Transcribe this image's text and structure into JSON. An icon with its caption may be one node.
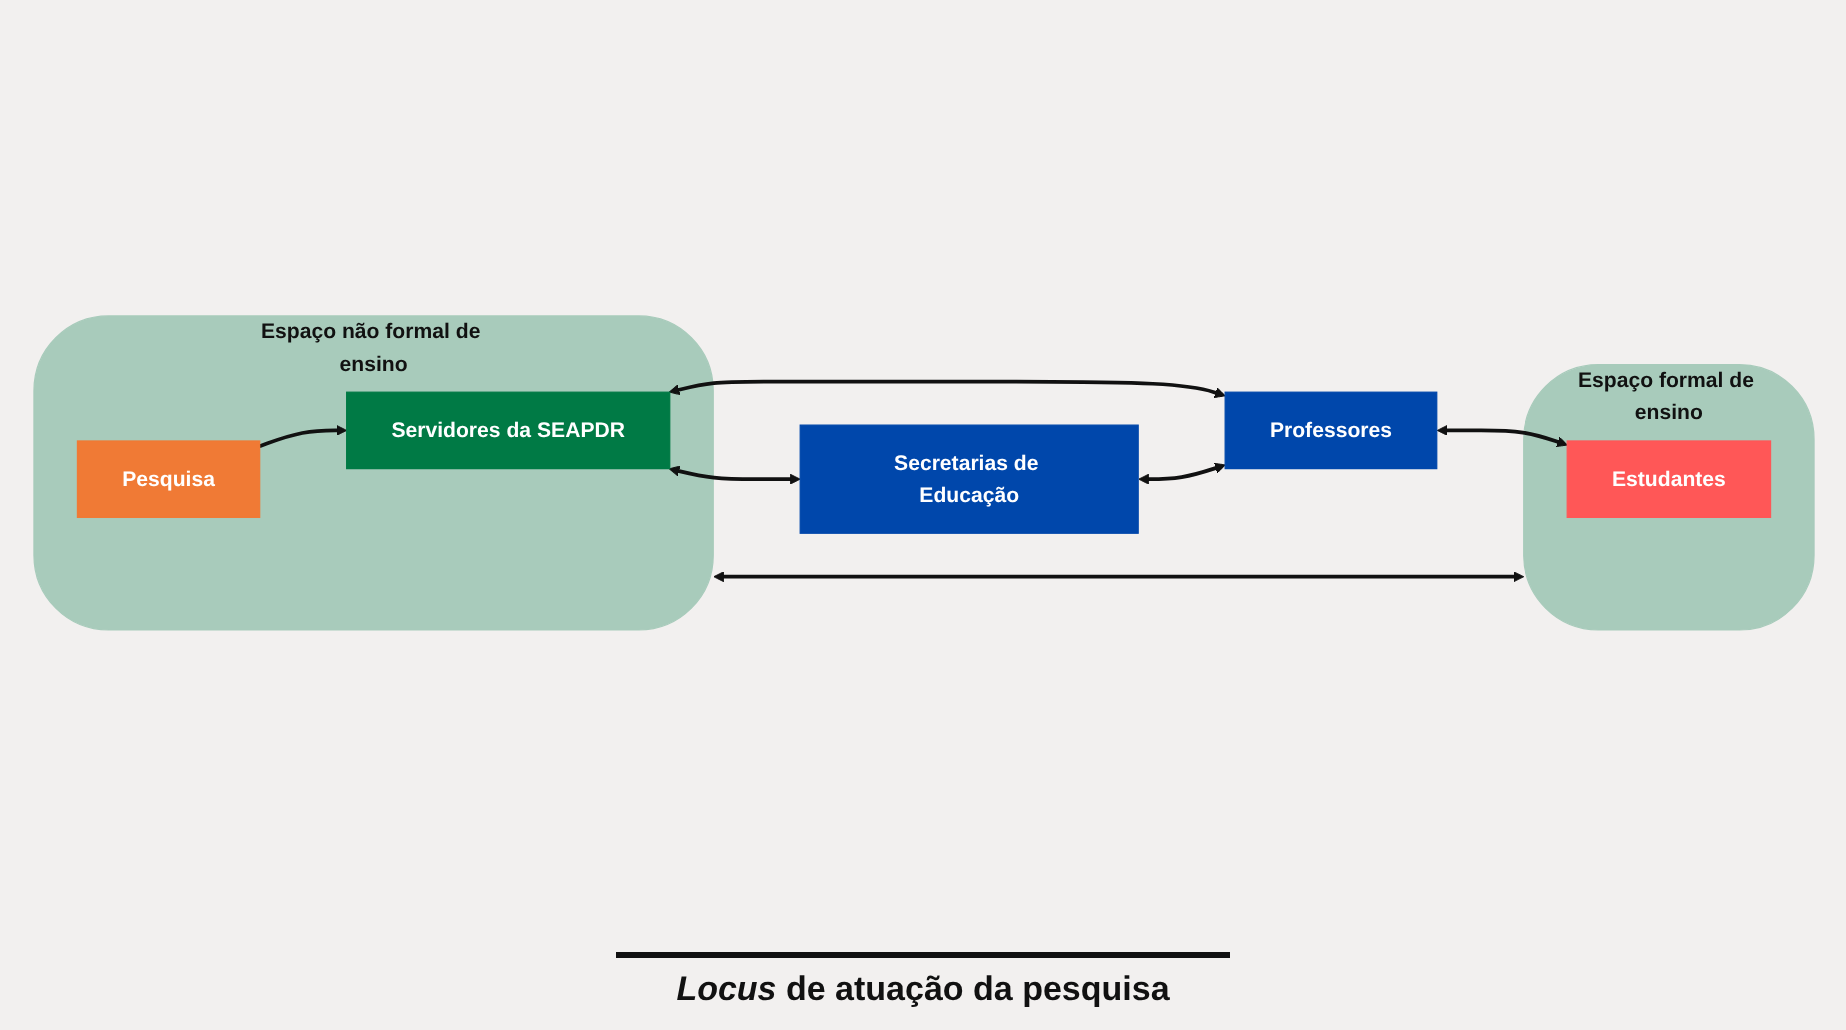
{
  "diagram": {
    "nodes": [
      {
        "text": [
          "Espaço não formal de ensino"
        ]
      },
      {
        "text": [
          "Pesquisa"
        ],
        "in": 0
      },
      {
        "text": [
          "Servidores da SEAPDR"
        ],
        "in": 0
      },
      {
        "text": [
          "Secretarias de Educação"
        ]
      },
      {
        "text": [
          "Professores"
        ]
      },
      {
        "text": [
          "Espaço formal de ensino"
        ]
      },
      {
        "text": [
          "Estudantes"
        ],
        "in": 5
      }
    ],
    "edges": [
      {
        "from": 0,
        "to": 5,
        "arrow": "both"
      },
      {
        "from": 1,
        "to": 2,
        "arrow": "to"
      },
      {
        "from": 2,
        "to": 3,
        "arrow": "both"
      },
      {
        "from": 2,
        "to": 4,
        "arrow": "both"
      },
      {
        "from": 3,
        "to": 4,
        "arrow": "both"
      },
      {
        "from": 4,
        "to": 6,
        "arrow": "both"
      }
    ],
    "labels": [
      "*Locus* de atuação da pesquisa"
    ]
  }
}
